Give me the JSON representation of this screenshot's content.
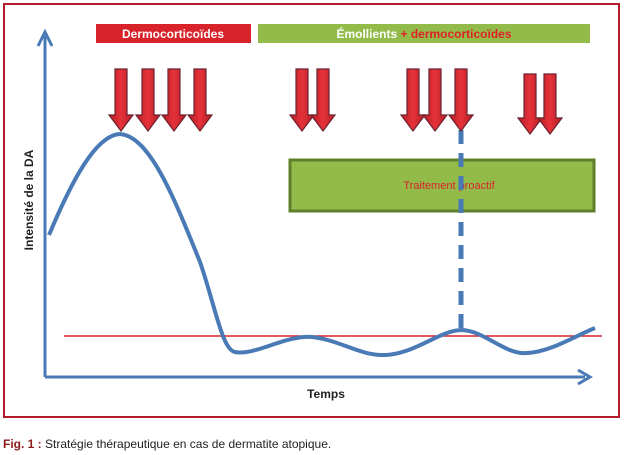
{
  "labels": {
    "dermo_box": "Dermocorticoïdes",
    "emollients_part": "Émollients",
    "plus_dermo_part": " + dermocorticoïdes",
    "proactive": "Traitement proactif",
    "y_axis": "Intensité de la DA",
    "x_axis": "Temps"
  },
  "caption": {
    "figure": "Fig. 1 :",
    "text": " Stratégie thérapeutique en cas de dermatite atopique."
  },
  "colors": {
    "red": "#d8232a",
    "green": "#93bb4a",
    "dark_green": "#5f7f2a",
    "curve_blue": "#4a7ab6",
    "frame": "#b31b2b"
  },
  "icons": {
    "arrows": "down-arrow-icon"
  }
}
